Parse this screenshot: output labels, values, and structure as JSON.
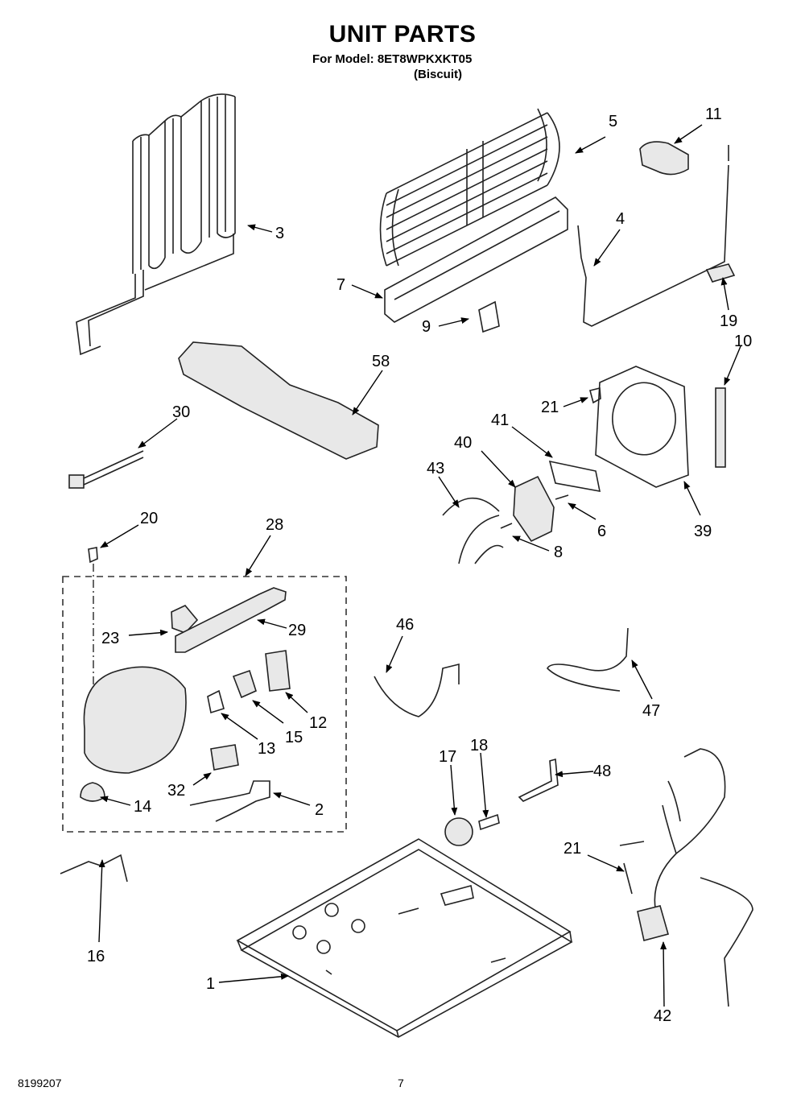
{
  "header": {
    "title": "UNIT PARTS",
    "model_line": "For Model: 8ET8WPKXKT05",
    "variant": "(Biscuit)"
  },
  "footer": {
    "doc_number": "8199207",
    "page_number": "7"
  },
  "callouts": {
    "c1": "1",
    "c2": "2",
    "c3": "3",
    "c4": "4",
    "c5": "5",
    "c6": "6",
    "c7": "7",
    "c8": "8",
    "c9": "9",
    "c10": "10",
    "c11": "11",
    "c12": "12",
    "c13": "13",
    "c14": "14",
    "c15": "15",
    "c16": "16",
    "c17": "17",
    "c18": "18",
    "c19": "19",
    "c20": "20",
    "c21a": "21",
    "c21b": "21",
    "c23": "23",
    "c28": "28",
    "c29": "29",
    "c30": "30",
    "c32": "32",
    "c39": "39",
    "c40": "40",
    "c41": "41",
    "c42": "42",
    "c43": "43",
    "c46": "46",
    "c47": "47",
    "c48": "48",
    "c58": "58"
  }
}
